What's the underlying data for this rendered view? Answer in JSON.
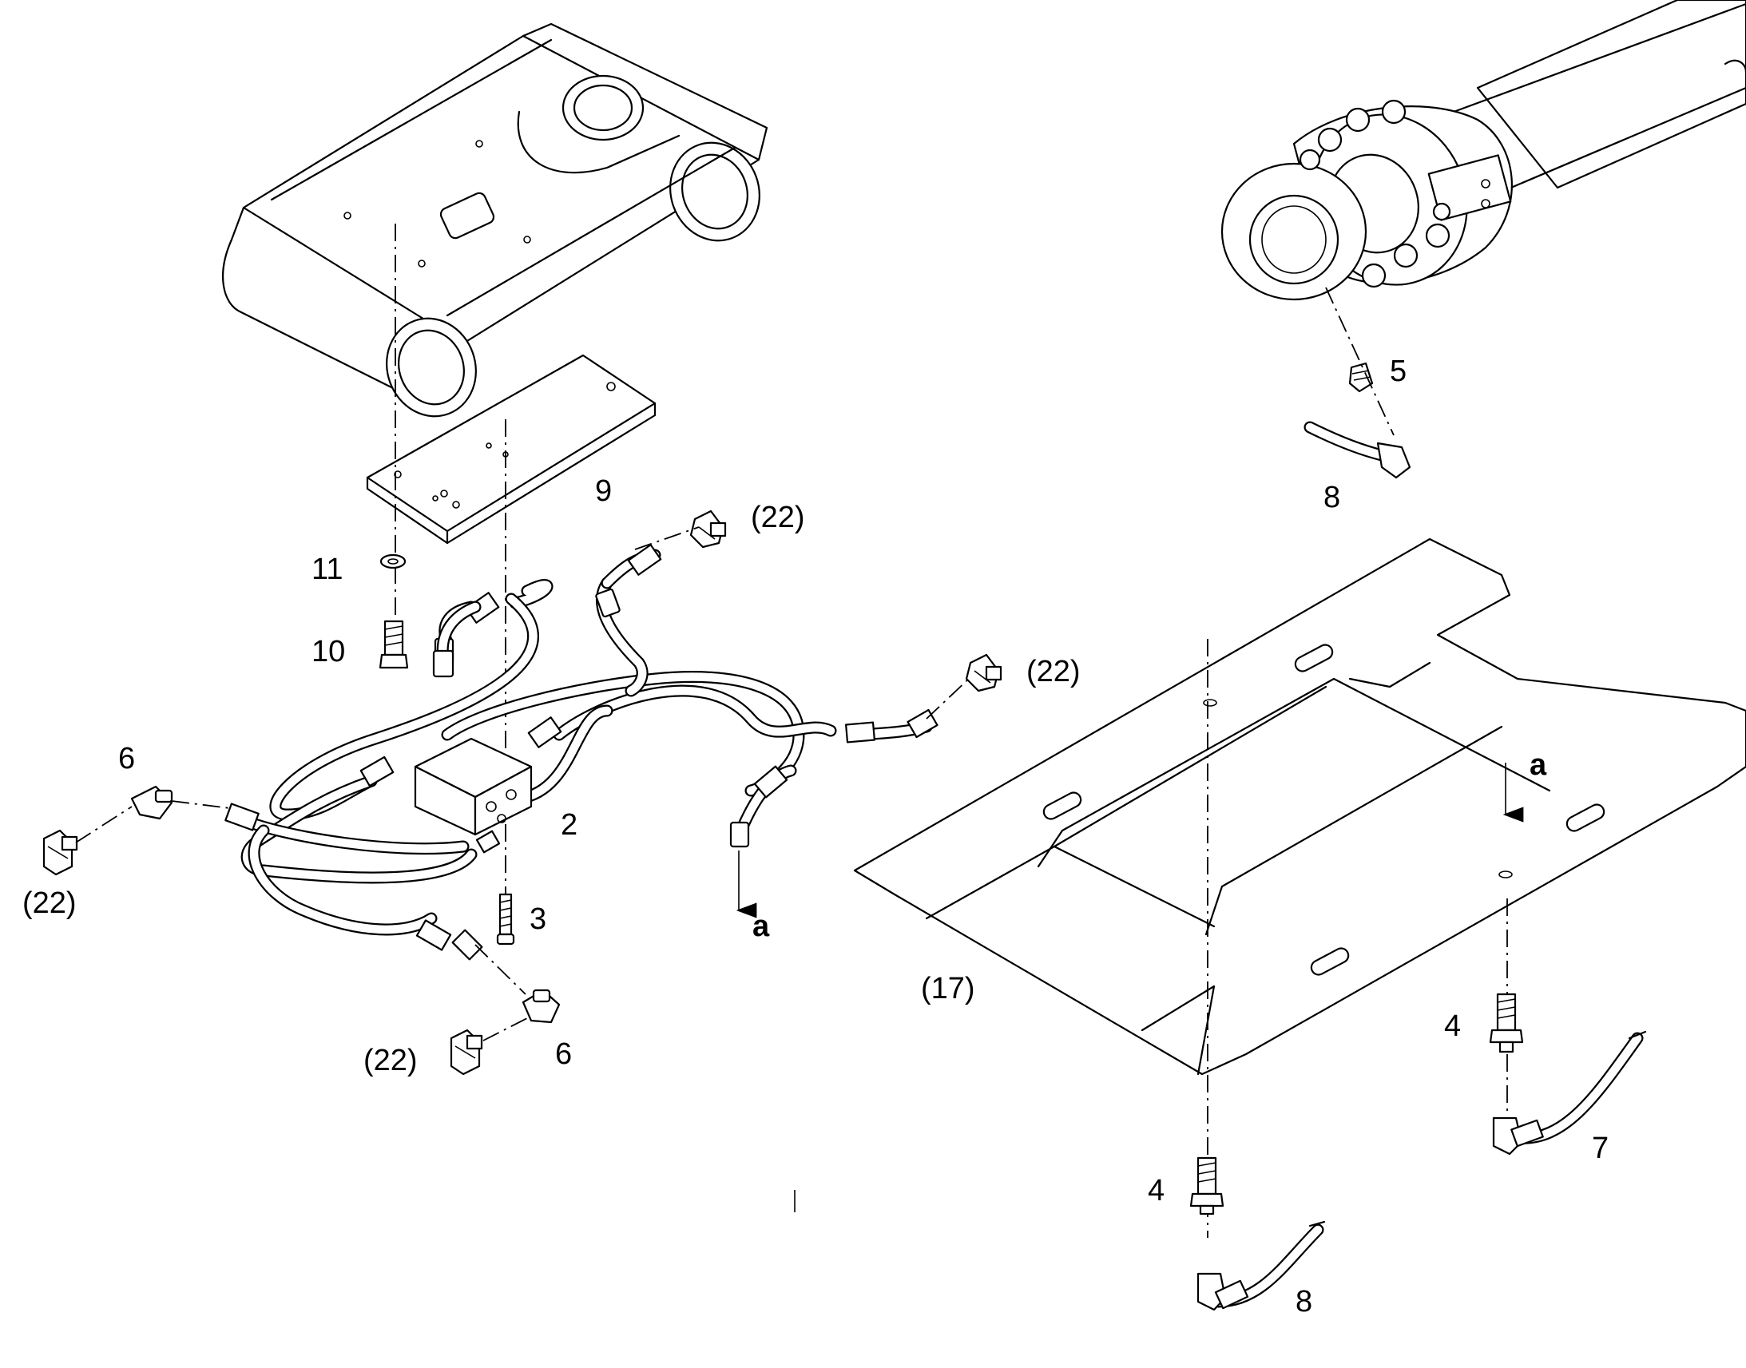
{
  "labels": {
    "p2": "2",
    "p3": "3",
    "p4a": "4",
    "p4b": "4",
    "p5": "5",
    "p6a": "6",
    "p6b": "6",
    "p7": "7",
    "p8a": "8",
    "p8b": "8",
    "p9": "9",
    "p10": "10",
    "p11": "11",
    "p17": "(17)",
    "p22a": "(22)",
    "p22b": "(22)",
    "p22c": "(22)",
    "p22d": "(22)",
    "arrow_a1": "a",
    "arrow_a2": "a"
  }
}
